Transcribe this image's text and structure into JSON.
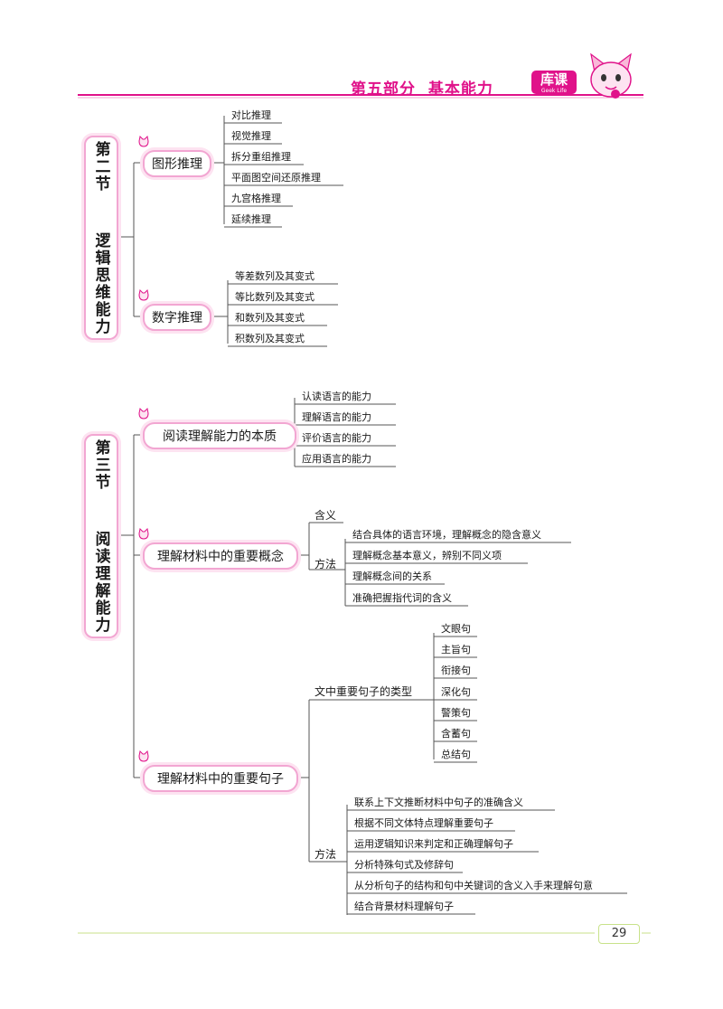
{
  "header": {
    "title": "第五部分  基本能力",
    "logo_text": "库课",
    "logo_sub": "Geek Life"
  },
  "colors": {
    "accent": "#e0128a",
    "box_border": "#f2a6d2",
    "box_glow": "#fde3f1",
    "line": "#555555"
  },
  "section2": {
    "title": "第二节  逻辑思维能力",
    "branch1": {
      "label": "图形推理",
      "items": [
        "对比推理",
        "视觉推理",
        "拆分重组推理",
        "平面图空间还原推理",
        "九宫格推理",
        "延续推理"
      ]
    },
    "branch2": {
      "label": "数字推理",
      "items": [
        "等差数列及其变式",
        "等比数列及其变式",
        "和数列及其变式",
        "积数列及其变式"
      ]
    }
  },
  "section3": {
    "title": "第三节  阅读理解能力",
    "branch1": {
      "label": "阅读理解能力的本质",
      "items": [
        "认读语言的能力",
        "理解语言的能力",
        "评价语言的能力",
        "应用语言的能力"
      ]
    },
    "branch2": {
      "label": "理解材料中的重要概念",
      "meaning": "含义",
      "method": "方法",
      "method_items": [
        "结合具体的语言环境，理解概念的隐含意义",
        "理解概念基本意义，辨别不同义项",
        "理解概念间的关系",
        "准确把握指代词的含义"
      ]
    },
    "branch3": {
      "label": "理解材料中的重要句子",
      "types_label": "文中重要句子的类型",
      "types": [
        "文眼句",
        "主旨句",
        "衔接句",
        "深化句",
        "警策句",
        "含蓄句",
        "总结句"
      ],
      "method": "方法",
      "method_items": [
        "联系上下文推断材料中句子的准确含义",
        "根据不同文体特点理解重要句子",
        "运用逻辑知识来判定和正确理解句子",
        "分析特殊句式及修辞句",
        "从分析句子的结构和句中关键词的含义入手来理解句意",
        "结合背景材料理解句子"
      ]
    }
  },
  "page_number": "29"
}
